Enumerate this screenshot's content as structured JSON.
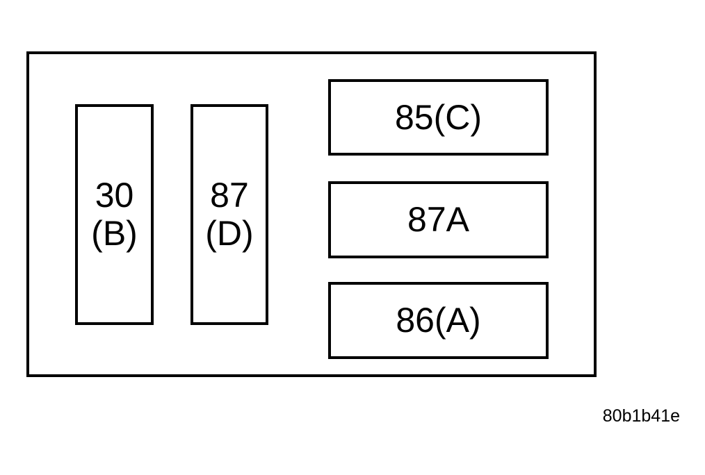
{
  "diagram": {
    "type": "relay-terminal-pinout",
    "colors": {
      "line": "#000000",
      "background": "#ffffff",
      "text": "#000000"
    },
    "relay": {
      "vertical_terminals": [
        {
          "id": "30",
          "line1": "30",
          "line2": "(B)"
        },
        {
          "id": "87",
          "line1": "87",
          "line2": "(D)"
        }
      ],
      "horizontal_terminals": [
        {
          "id": "85",
          "label": "85(C)"
        },
        {
          "id": "87A",
          "label": "87A"
        },
        {
          "id": "86",
          "label": "86(A)"
        }
      ]
    },
    "figure_code": "80b1b41e"
  }
}
